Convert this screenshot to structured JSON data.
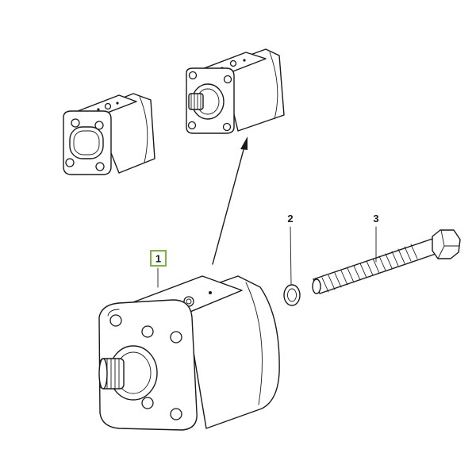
{
  "callouts": [
    {
      "id": "1",
      "label": "1",
      "highlighted": true
    },
    {
      "id": "2",
      "label": "2",
      "highlighted": false
    },
    {
      "id": "3",
      "label": "3",
      "highlighted": false
    }
  ],
  "colors": {
    "line": "#1a1a1a",
    "highlight_border": "#7ab83a",
    "background": "#ffffff"
  }
}
